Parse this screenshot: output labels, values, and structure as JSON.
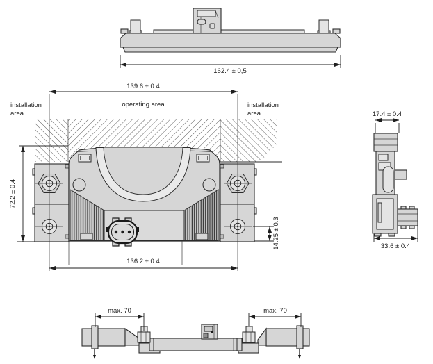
{
  "colors": {
    "background": "#ffffff",
    "line": "#2b2b2b",
    "body_fill": "#d6d6d6",
    "highlight_fill": "#e4e4e4"
  },
  "top_view": {
    "dim_width": "162.4 ± 0,5"
  },
  "front_view": {
    "installation_area_left": {
      "line1": "installation",
      "line2": "area"
    },
    "installation_area_right": {
      "line1": "installation",
      "line2": "area"
    },
    "operating_area": "operating area",
    "dim_operating_width": "139.6 ± 0.4",
    "dim_overall_height": "72.2 ± 0.4",
    "dim_mounting_width": "136.2 ± 0.4",
    "dim_hole_offset": "14.25 ± 0.3"
  },
  "side_view": {
    "dim_depth_top": "17.4 ± 0.4",
    "dim_depth_bottom": "33.6 ± 0.4"
  },
  "bottom_view": {
    "dim_clearance_left": "max. 70",
    "dim_clearance_right": "max. 70"
  }
}
